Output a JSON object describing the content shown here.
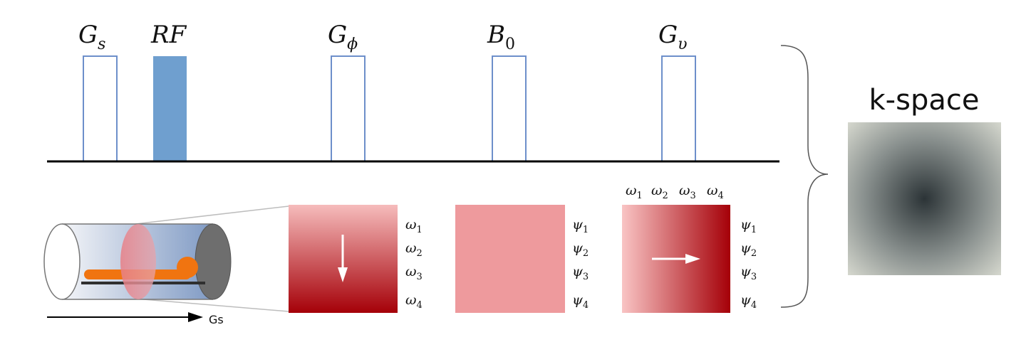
{
  "pulse_sequence": {
    "labels": [
      {
        "id": "gs",
        "base": "G",
        "sub": "s"
      },
      {
        "id": "rf",
        "base": "RF",
        "sub": ""
      },
      {
        "id": "gphi",
        "base": "G",
        "sub": "ϕ"
      },
      {
        "id": "b0",
        "base": "B",
        "sub": "0"
      },
      {
        "id": "gv",
        "base": "G",
        "sub": "υ"
      }
    ],
    "rf_filled": true
  },
  "scanner": {
    "gradient_label": "Gs",
    "colors": {
      "patient": "#f07410",
      "slice": "#e88a8a",
      "end_cap": "#6e6e6e"
    }
  },
  "panel_1": {
    "row_symbols": [
      {
        "base": "ω",
        "sub": "1"
      },
      {
        "base": "ω",
        "sub": "2"
      },
      {
        "base": "ω",
        "sub": "3"
      },
      {
        "base": "ω",
        "sub": "4"
      }
    ],
    "arrow_direction": "down"
  },
  "panel_2": {
    "row_symbols": [
      {
        "base": "ψ",
        "sub": "1"
      },
      {
        "base": "ψ",
        "sub": "2"
      },
      {
        "base": "ψ",
        "sub": "3"
      },
      {
        "base": "ψ",
        "sub": "4"
      }
    ]
  },
  "panel_3": {
    "column_symbols": [
      {
        "base": "ω",
        "sub": "1"
      },
      {
        "base": "ω",
        "sub": "2"
      },
      {
        "base": "ω",
        "sub": "3"
      },
      {
        "base": "ω",
        "sub": "4"
      }
    ],
    "row_symbols": [
      {
        "base": "ψ",
        "sub": "1"
      },
      {
        "base": "ψ",
        "sub": "2"
      },
      {
        "base": "ψ",
        "sub": "3"
      },
      {
        "base": "ψ",
        "sub": "4"
      }
    ],
    "arrow_direction": "right"
  },
  "kspace": {
    "title": "k-space"
  },
  "colors": {
    "pulse_outline": "#6d8fca",
    "rf_fill": "#6f9fcf",
    "dark_red": "#a50008",
    "light_red": "#f6bcbc",
    "flat_red": "#ee9a9d",
    "kspace_center": "#2c3437",
    "kspace_edge": "#d6d8cf"
  }
}
